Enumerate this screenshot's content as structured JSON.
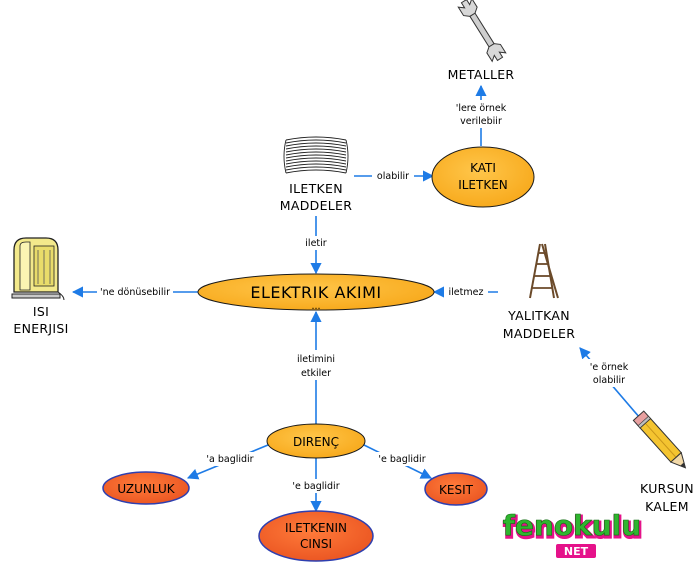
{
  "nodes": {
    "elektrik_akimi": "ELEKTRIK AKIMI",
    "elektrik_akimi_dots": "...",
    "direnc": "DIRENÇ",
    "uzunluk": "UZUNLUK",
    "iletkenin_cinsi_1": "ILETKENIN",
    "iletkenin_cinsi_2": "CINSI",
    "kesit": "KESIT",
    "kati_iletken_1": "KATI",
    "kati_iletken_2": "ILETKEN",
    "metaller": "METALLER",
    "iletken_maddeler_1": "ILETKEN",
    "iletken_maddeler_2": "MADDELER",
    "yalitkan_maddeler_1": "YALITKAN",
    "yalitkan_maddeler_2": "MADDELER",
    "isi_enerjisi_1": "ISI",
    "isi_enerjisi_2": "ENERJISI",
    "kursun_kalem_1": "KURSUN",
    "kursun_kalem_2": "KALEM"
  },
  "links": {
    "olabilir": "olabilir",
    "lere_ornek_1": "'lere örnek",
    "lere_ornek_2": "verilebiir",
    "iletir": "iletir",
    "ne_donusebilir": "'ne dönüsebilir",
    "iletmez": "iletmez",
    "e_ornek_1": "'e örnek",
    "e_ornek_2": "olabilir",
    "iletimini_1": "iletimini",
    "iletimini_2": "etkiler",
    "a_baglidir": "'a baglidir",
    "e_baglidir_1": "'e baglidir",
    "e_baglidir_2": "'e baglidir"
  },
  "logo": {
    "main": "fenokulu",
    "sub": "NET"
  },
  "icons": [
    "wrench-icon",
    "coil-icon",
    "heater-icon",
    "ladder-icon",
    "pencil-icon"
  ],
  "colors": {
    "node_fill": "#fcab1e",
    "node_stroke": "#1a1a1a",
    "bottom_node_fill": "#f2652a",
    "bottom_node_stroke": "#2d3fb0",
    "line": "#1e7be6",
    "logo_green": "#2fb52f",
    "logo_pink": "#e5128a"
  }
}
